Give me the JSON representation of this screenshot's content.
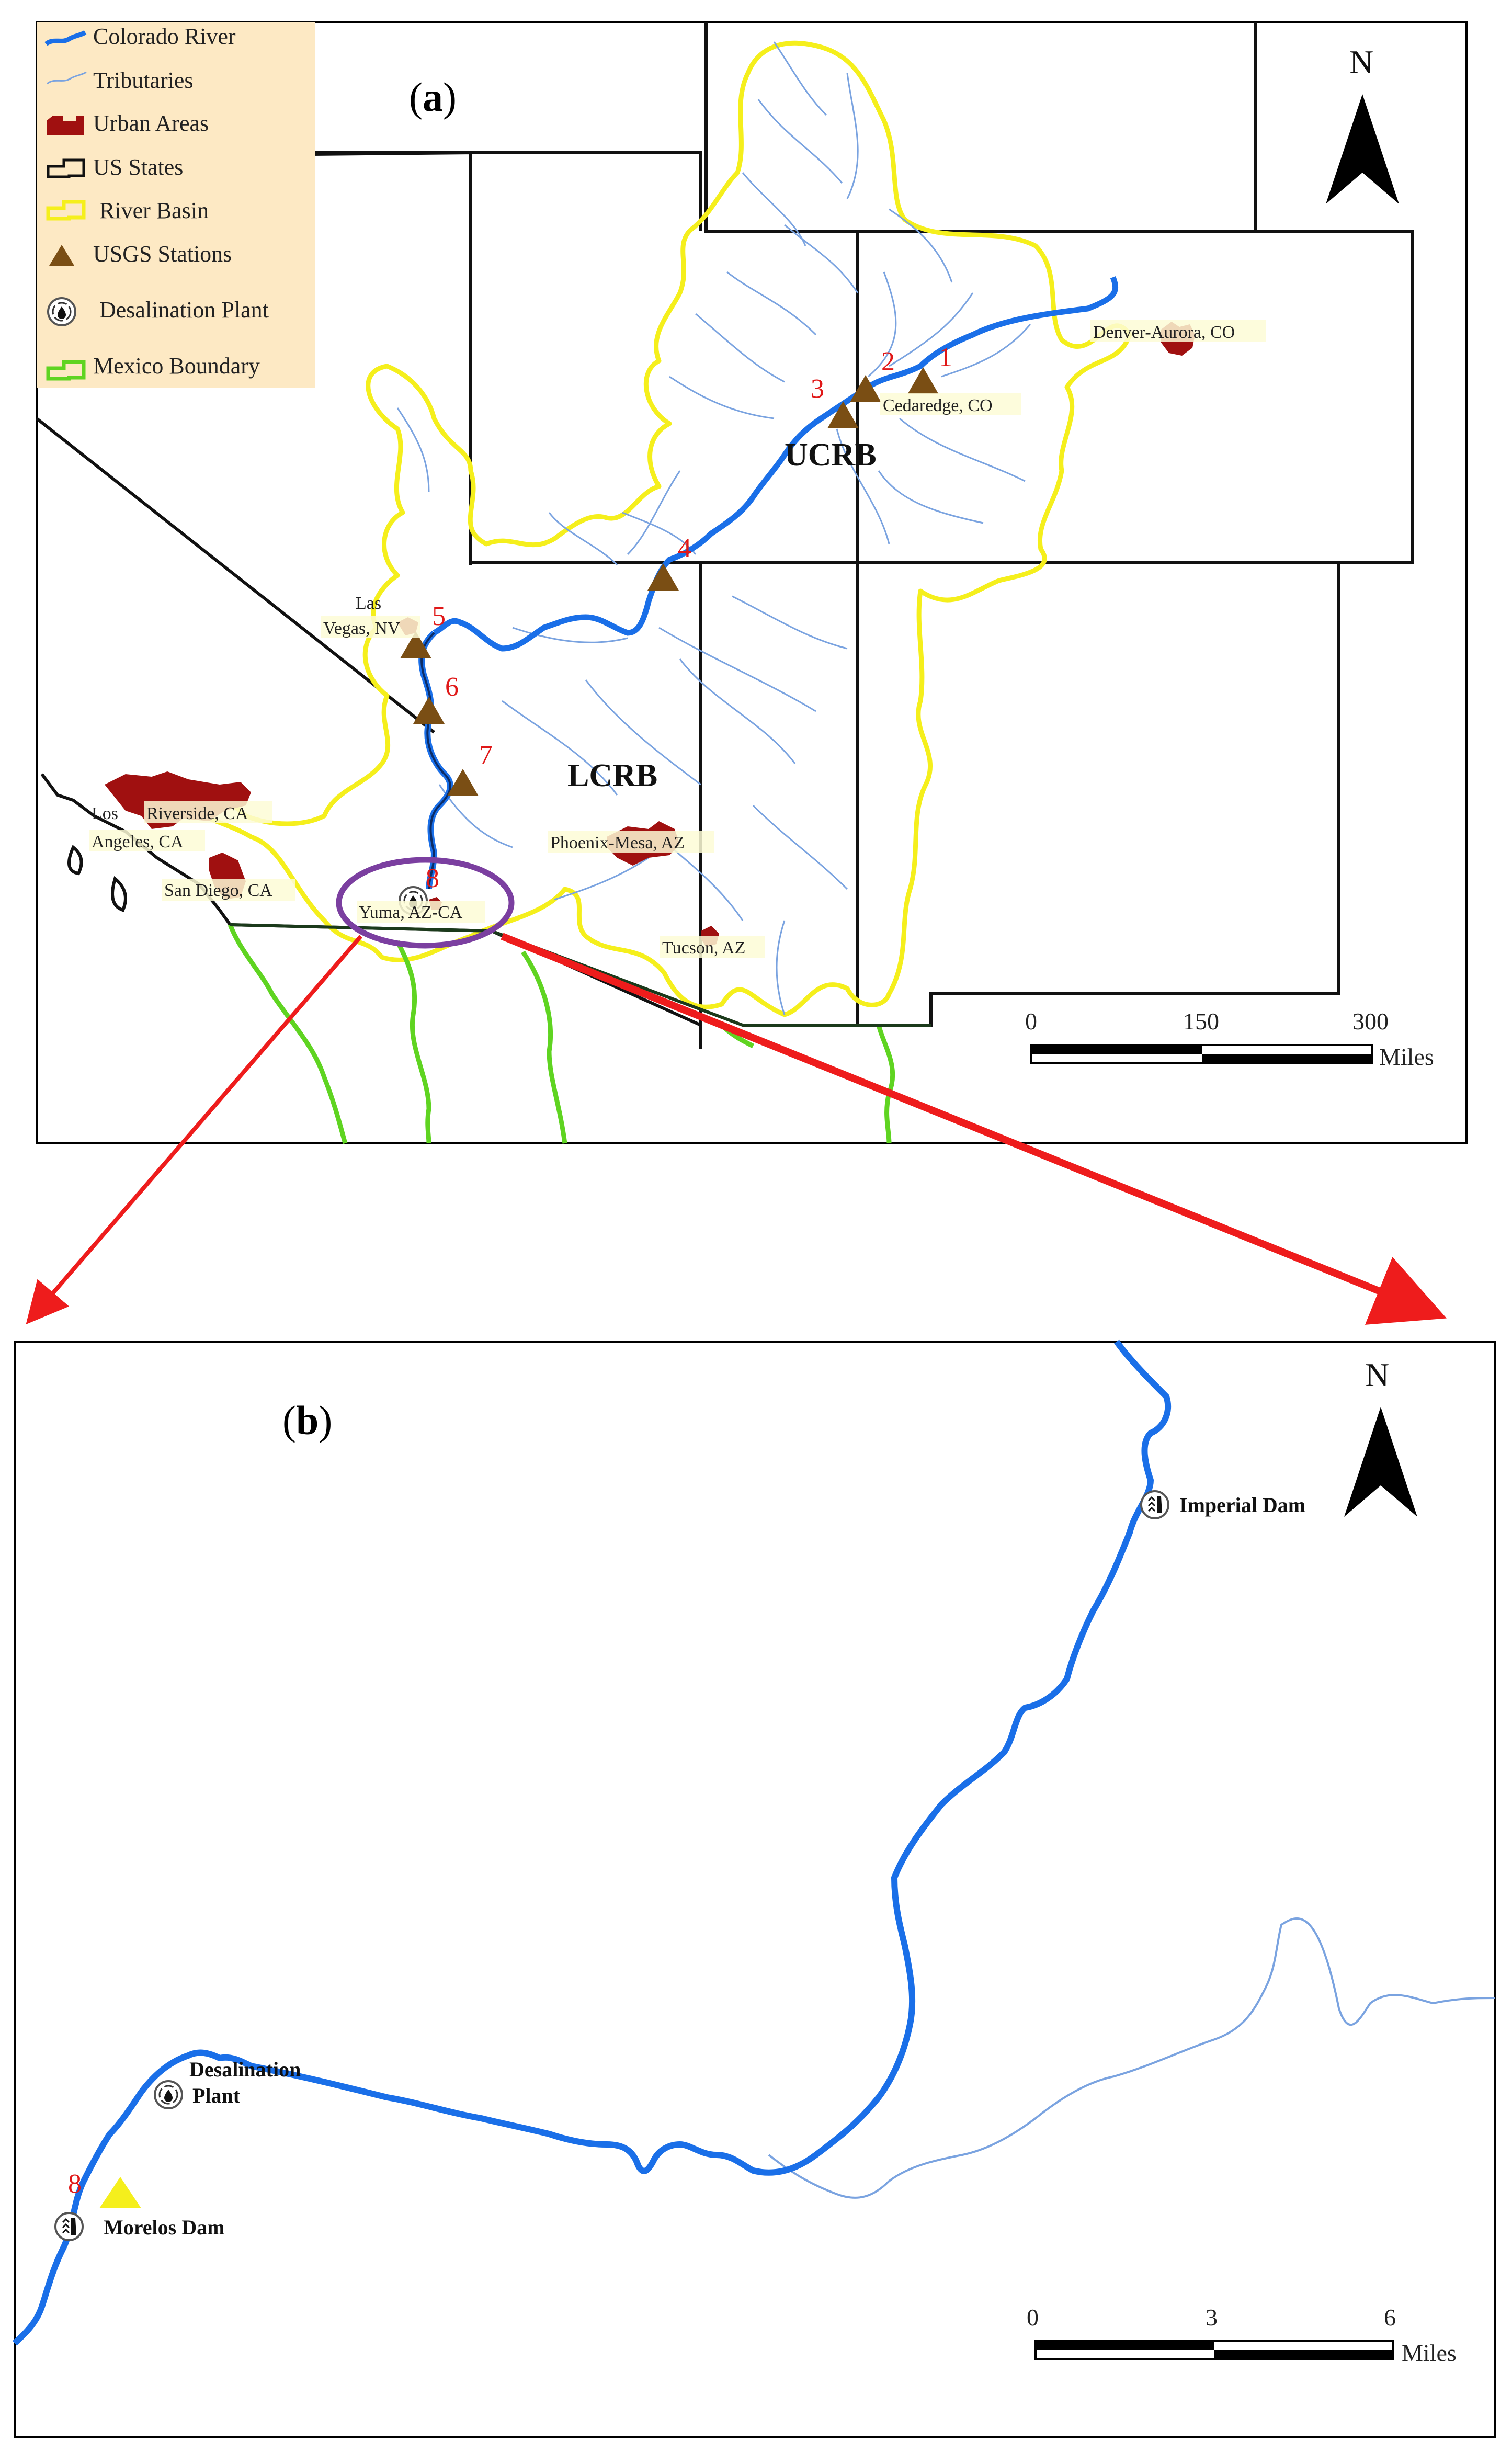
{
  "panel_a": {
    "letter": "a",
    "north": "N",
    "legend": [
      {
        "label": "Colorado River",
        "icon": "colorado-river-symbol"
      },
      {
        "label": "Tributaries",
        "icon": "tributaries-symbol"
      },
      {
        "label": "Urban Areas",
        "icon": "urban-areas-symbol"
      },
      {
        "label": "US States",
        "icon": "us-states-symbol"
      },
      {
        "label": "River Basin",
        "icon": "river-basin-symbol"
      },
      {
        "label": "USGS Stations",
        "icon": "usgs-station-symbol"
      },
      {
        "label": "Desalination Plant",
        "icon": "desalination-plant-symbol"
      },
      {
        "label": "Mexico Boundary",
        "icon": "mexico-boundary-symbol"
      }
    ],
    "basins": {
      "upper": "UCRB",
      "lower": "LCRB"
    },
    "cities": {
      "denver": "Denver-Aurora, CO",
      "cedaredge": "Cedaredge, CO",
      "las_vegas_1": "Las",
      "las_vegas_2": "Vegas, NV",
      "riverside": "Riverside, CA",
      "los_angeles_1": "Los",
      "los_angeles_2": "Angeles, CA",
      "san_diego": "San Diego, CA",
      "phoenix": "Phoenix-Mesa, AZ",
      "tucson": "Tucson, AZ",
      "yuma": "Yuma, AZ-CA"
    },
    "stations": [
      "1",
      "2",
      "3",
      "4",
      "5",
      "6",
      "7",
      "8"
    ],
    "scale": {
      "ticks": [
        "0",
        "150",
        "300"
      ],
      "unit": "Miles"
    }
  },
  "panel_b": {
    "letter": "b",
    "north": "N",
    "imperial_dam": "Imperial Dam",
    "desalination_1": "Desalination",
    "desalination_2": "Plant",
    "morelos_dam": "Morelos Dam",
    "station": "8",
    "scale": {
      "ticks": [
        "0",
        "3",
        "6"
      ],
      "unit": "Miles"
    }
  },
  "colors": {
    "colorado_river": "#1a6fe8",
    "tributaries": "#7aa3e0",
    "urban": "#a01010",
    "river_basin": "#f5ef1c",
    "mexico_boundary": "#5fd421",
    "station": "#7a4e14",
    "station_labels": "#e01818",
    "legend_bg": "#fde9c4",
    "zoom_ellipse": "#7b3fa0",
    "zoom_arrows": "#ee1c1c"
  }
}
